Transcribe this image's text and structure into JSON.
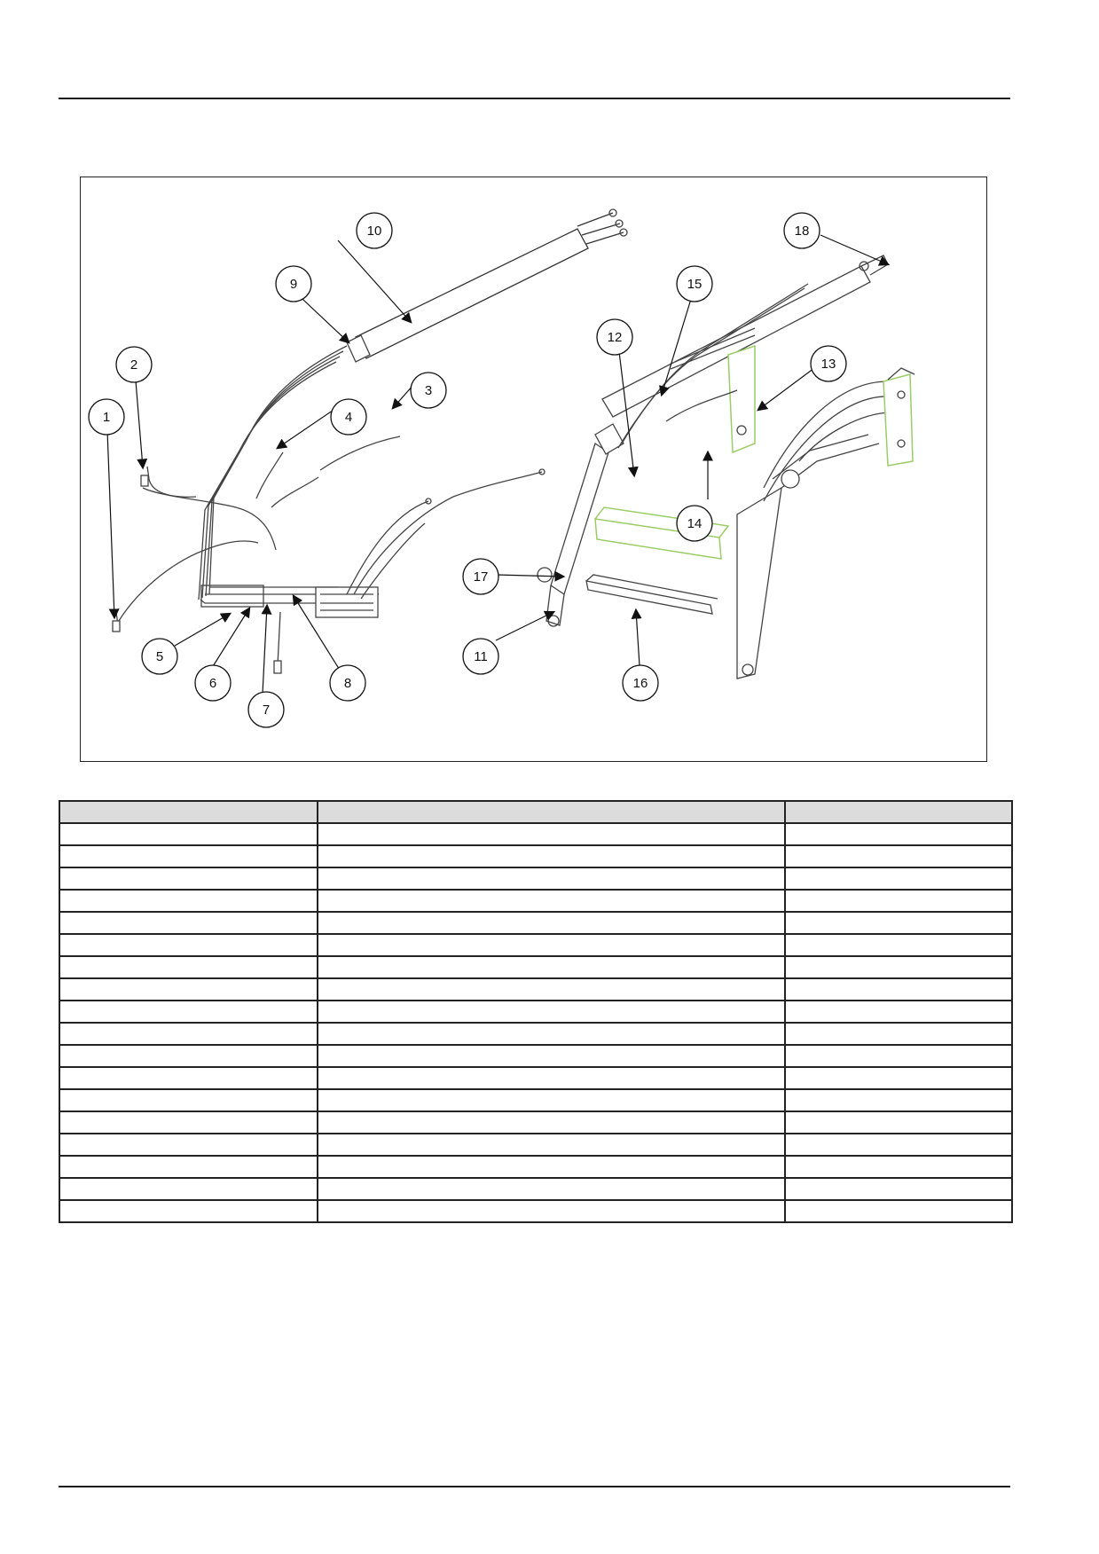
{
  "figure": {
    "callouts": [
      "1",
      "2",
      "3",
      "4",
      "5",
      "6",
      "7",
      "8",
      "9",
      "10",
      "11",
      "12",
      "13",
      "14",
      "15",
      "16",
      "17",
      "18"
    ]
  },
  "table": {
    "headers": [
      "",
      "",
      ""
    ],
    "rows": [
      [
        "",
        "",
        ""
      ],
      [
        "",
        "",
        ""
      ],
      [
        "",
        "",
        ""
      ],
      [
        "",
        "",
        ""
      ],
      [
        "",
        "",
        ""
      ],
      [
        "",
        "",
        ""
      ],
      [
        "",
        "",
        ""
      ],
      [
        "",
        "",
        ""
      ],
      [
        "",
        "",
        ""
      ],
      [
        "",
        "",
        ""
      ],
      [
        "",
        "",
        ""
      ],
      [
        "",
        "",
        ""
      ],
      [
        "",
        "",
        ""
      ],
      [
        "",
        "",
        ""
      ],
      [
        "",
        "",
        ""
      ],
      [
        "",
        "",
        ""
      ],
      [
        "",
        "",
        ""
      ],
      [
        "",
        "",
        ""
      ]
    ]
  },
  "colors": {
    "frame_accent": "#9acd66",
    "line": "#333333",
    "header_fill": "#dcdcdc"
  }
}
